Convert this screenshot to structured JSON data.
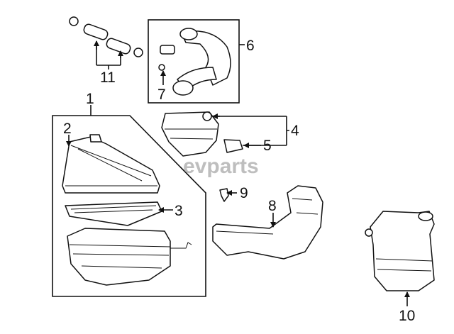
{
  "diagram": {
    "callouts": [
      {
        "id": "1",
        "label": "1"
      },
      {
        "id": "2",
        "label": "2"
      },
      {
        "id": "3",
        "label": "3"
      },
      {
        "id": "4",
        "label": "4"
      },
      {
        "id": "5",
        "label": "5"
      },
      {
        "id": "6",
        "label": "6"
      },
      {
        "id": "7",
        "label": "7"
      },
      {
        "id": "8",
        "label": "8"
      },
      {
        "id": "9",
        "label": "9"
      },
      {
        "id": "10",
        "label": "10"
      },
      {
        "id": "11",
        "label": "11"
      }
    ],
    "watermark": "evparts"
  }
}
